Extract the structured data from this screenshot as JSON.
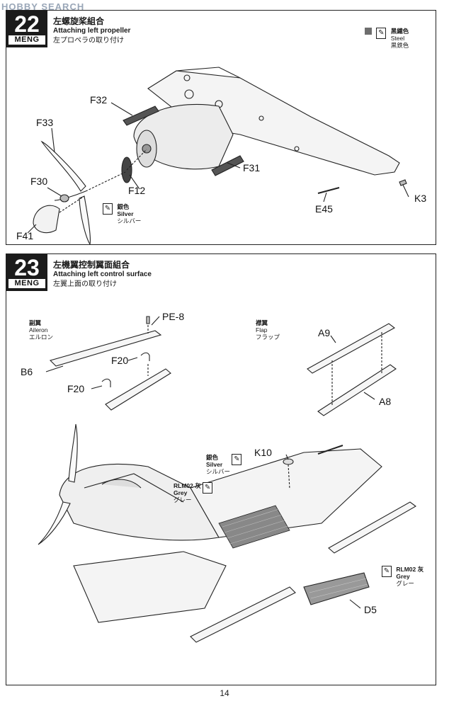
{
  "watermark": "HOBBY SEARCH",
  "page_number": "14",
  "step22": {
    "number": "22",
    "brand": "MENG",
    "title_cn": "左螺旋桨組合",
    "title_en": "Attaching left propeller",
    "title_jp": "左プロペラの取り付け",
    "paint": {
      "cn": "黑鐵色",
      "en": "Steel",
      "jp": "黒鉄色",
      "color": "#6e6e6e"
    },
    "paint_silver": {
      "cn": "銀色",
      "en": "Silver",
      "jp": "シルバー"
    },
    "callouts": [
      "F32",
      "F33",
      "F31",
      "F30",
      "F12",
      "E45",
      "K3",
      "F41"
    ]
  },
  "step23": {
    "number": "23",
    "brand": "MENG",
    "title_cn": "左機翼控制翼面組合",
    "title_en": "Attaching left control surface",
    "title_jp": "左翼上面の取り付け",
    "aileron": {
      "cn": "副翼",
      "en": "Aileron",
      "jp": "エルロン"
    },
    "flap": {
      "cn": "襟翼",
      "en": "Flap",
      "jp": "フラップ"
    },
    "paint_silver": {
      "cn": "銀色",
      "en": "Silver",
      "jp": "シルバー"
    },
    "paint_grey_a": {
      "cn": "RLM02 灰",
      "en": "Grey",
      "jp": "グレー"
    },
    "paint_grey_b": {
      "cn": "RLM02 灰",
      "en": "Grey",
      "jp": "グレー"
    },
    "callouts": [
      "PE-8",
      "B6",
      "F20",
      "F20",
      "A9",
      "A8",
      "K10",
      "D5"
    ]
  }
}
